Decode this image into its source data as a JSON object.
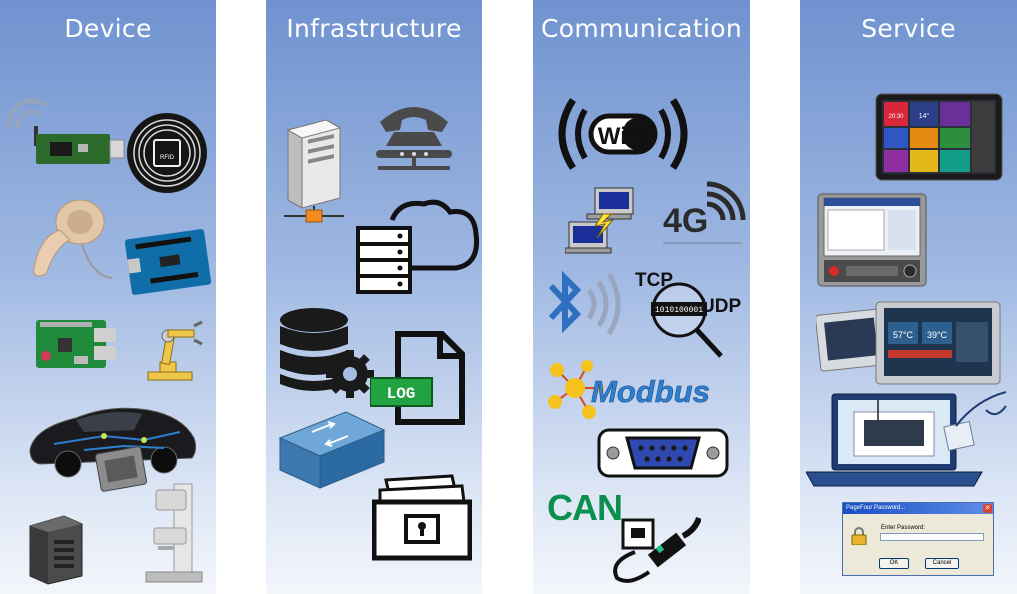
{
  "columns": [
    {
      "title": "Device",
      "icons": [
        "rfid-usb-dongle-icon",
        "rfid-tag-icon",
        "hearing-aid-icon",
        "arduino-board-icon",
        "raspberry-pi-icon",
        "robot-arm-icon",
        "car-ecu-icon",
        "medical-xray-icon",
        "server-cabinet-icon"
      ],
      "labels": {
        "rfid": "RFID"
      }
    },
    {
      "title": "Infrastructure",
      "icons": [
        "server-tower-icon",
        "voip-phone-icon",
        "cloud-server-icon",
        "database-gear-icon",
        "log-file-icon",
        "network-switch-icon",
        "file-cabinet-icon"
      ],
      "labels": {
        "log": "LOG"
      }
    },
    {
      "title": "Communication",
      "icons": [
        "wifi-icon",
        "serial-link-icon",
        "4g-icon",
        "bluetooth-icon",
        "tcp-udp-magnifier-icon",
        "modbus-icon",
        "db9-connector-icon",
        "can-icon",
        "ethernet-cable-icon"
      ],
      "labels": {
        "wifi": "WiFi",
        "g4": "4G",
        "tcp": "TCP",
        "udp": "UDP",
        "bits": "1010100001",
        "modbus": "Modbus",
        "can": "CAN"
      }
    },
    {
      "title": "Service",
      "icons": [
        "touch-panel-icon",
        "cnc-control-icon",
        "hmi-panels-icon",
        "laptop-icon",
        "password-dialog"
      ],
      "labels": {
        "tp_time": "20:30",
        "tp_temp": "14°",
        "hmi_a": "57°C",
        "hmi_b": "39°C"
      }
    }
  ],
  "dialog": {
    "title": "PageFour Password...",
    "close": "✕",
    "label": "Enter Password:",
    "value": "",
    "ok": "OK",
    "cancel": "Cancel"
  },
  "colors": {
    "column_top": "#6f92cf",
    "column_bottom": "#f3f6fb",
    "title_text": "#ffffff",
    "modbus_blue": "#2f7fd0",
    "can_green": "#0a8f4f",
    "log_green": "#22a341"
  }
}
